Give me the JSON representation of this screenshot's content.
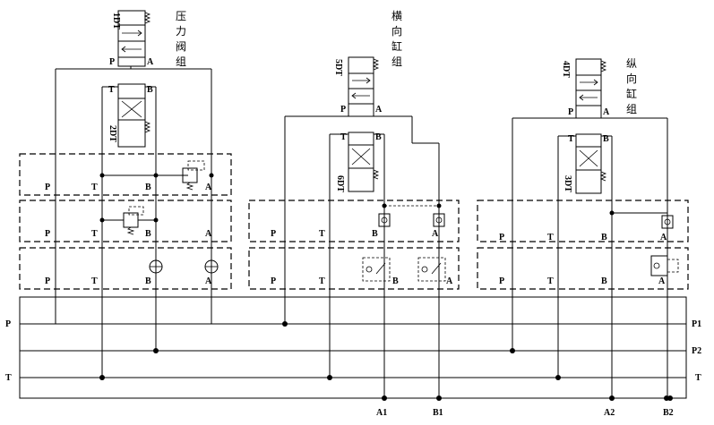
{
  "titles": {
    "pressure_group": [
      "压",
      "力",
      "阀",
      "组"
    ],
    "lateral_group": [
      "横",
      "向",
      "缸",
      "组"
    ],
    "longitudinal_group": [
      "纵",
      "向",
      "缸",
      "组"
    ]
  },
  "coils": {
    "c1": "1DT",
    "c2": "2DT",
    "c3": "3DT",
    "c4": "4DT",
    "c5": "5DT",
    "c6": "6DT"
  },
  "ports": {
    "P": "P",
    "T": "T",
    "A": "A",
    "B": "B"
  },
  "bus": {
    "left_P": "P",
    "left_T": "T",
    "right_P1": "P1",
    "right_P2": "P2",
    "right_T": "T",
    "bottom_A1": "A1",
    "bottom_B1": "B1",
    "bottom_A2": "A2",
    "bottom_B2": "B2"
  }
}
